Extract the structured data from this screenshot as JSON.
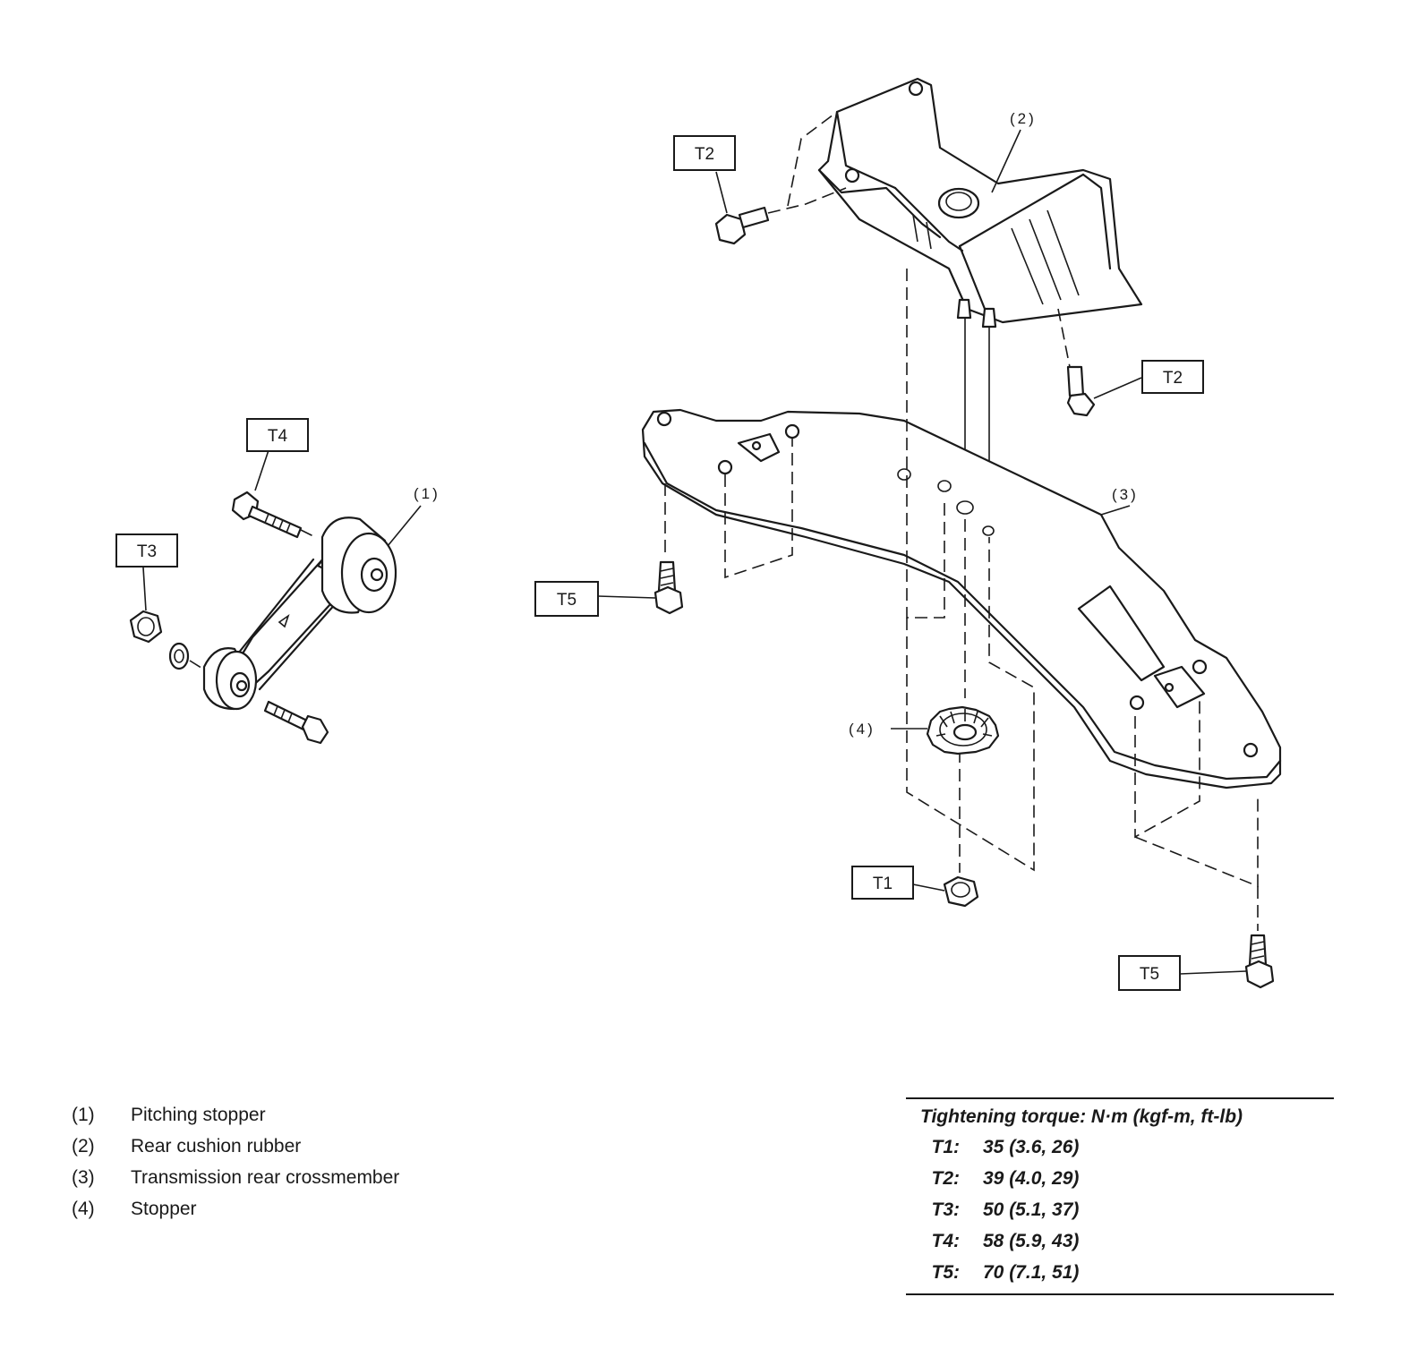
{
  "callouts": {
    "p1": "(1)",
    "p2": "(2)",
    "p3": "(3)",
    "p4": "(4)"
  },
  "torque_labels": {
    "t1": "T1",
    "t2a": "T2",
    "t2b": "T2",
    "t3": "T3",
    "t4": "T4",
    "t5a": "T5",
    "t5b": "T5"
  },
  "legend": [
    {
      "num": "(1)",
      "name": "Pitching stopper"
    },
    {
      "num": "(2)",
      "name": "Rear cushion rubber"
    },
    {
      "num": "(3)",
      "name": "Transmission rear crossmember"
    },
    {
      "num": "(4)",
      "name": "Stopper"
    }
  ],
  "torque_table": {
    "title": "Tightening torque: N·m (kgf-m, ft-lb)",
    "rows": [
      {
        "key": "T1:",
        "value": "35 (3.6, 26)"
      },
      {
        "key": "T2:",
        "value": "39 (4.0, 29)"
      },
      {
        "key": "T3:",
        "value": "50 (5.1, 37)"
      },
      {
        "key": "T4:",
        "value": "58 (5.9, 43)"
      },
      {
        "key": "T5:",
        "value": "70 (7.1, 51)"
      }
    ]
  }
}
